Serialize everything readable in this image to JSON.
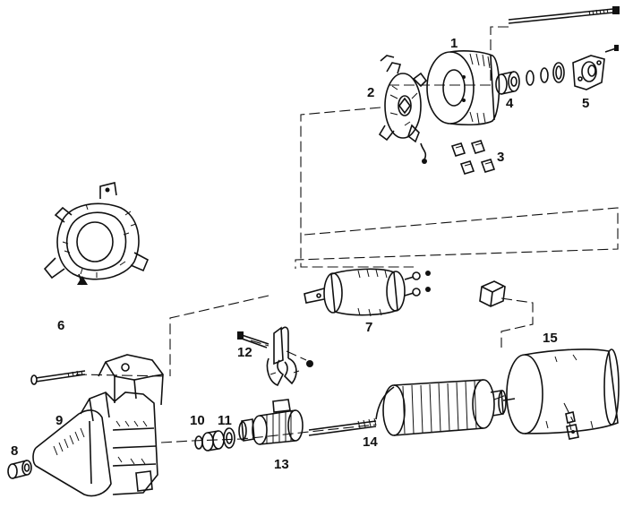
{
  "diagram": {
    "style": "exploded-view line drawing",
    "ink_color": "#111111",
    "background": "#ffffff",
    "callouts": [
      {
        "id": "1",
        "text": "1"
      },
      {
        "id": "2",
        "text": "2"
      },
      {
        "id": "3",
        "text": "3"
      },
      {
        "id": "4",
        "text": "4"
      },
      {
        "id": "5",
        "text": "5"
      },
      {
        "id": "6",
        "text": "6"
      },
      {
        "id": "7",
        "text": "7"
      },
      {
        "id": "8",
        "text": "8"
      },
      {
        "id": "9",
        "text": "9"
      },
      {
        "id": "10",
        "text": "10"
      },
      {
        "id": "11",
        "text": "11"
      },
      {
        "id": "12",
        "text": "12"
      },
      {
        "id": "13",
        "text": "13"
      },
      {
        "id": "14",
        "text": "14"
      },
      {
        "id": "15",
        "text": "15"
      }
    ]
  }
}
